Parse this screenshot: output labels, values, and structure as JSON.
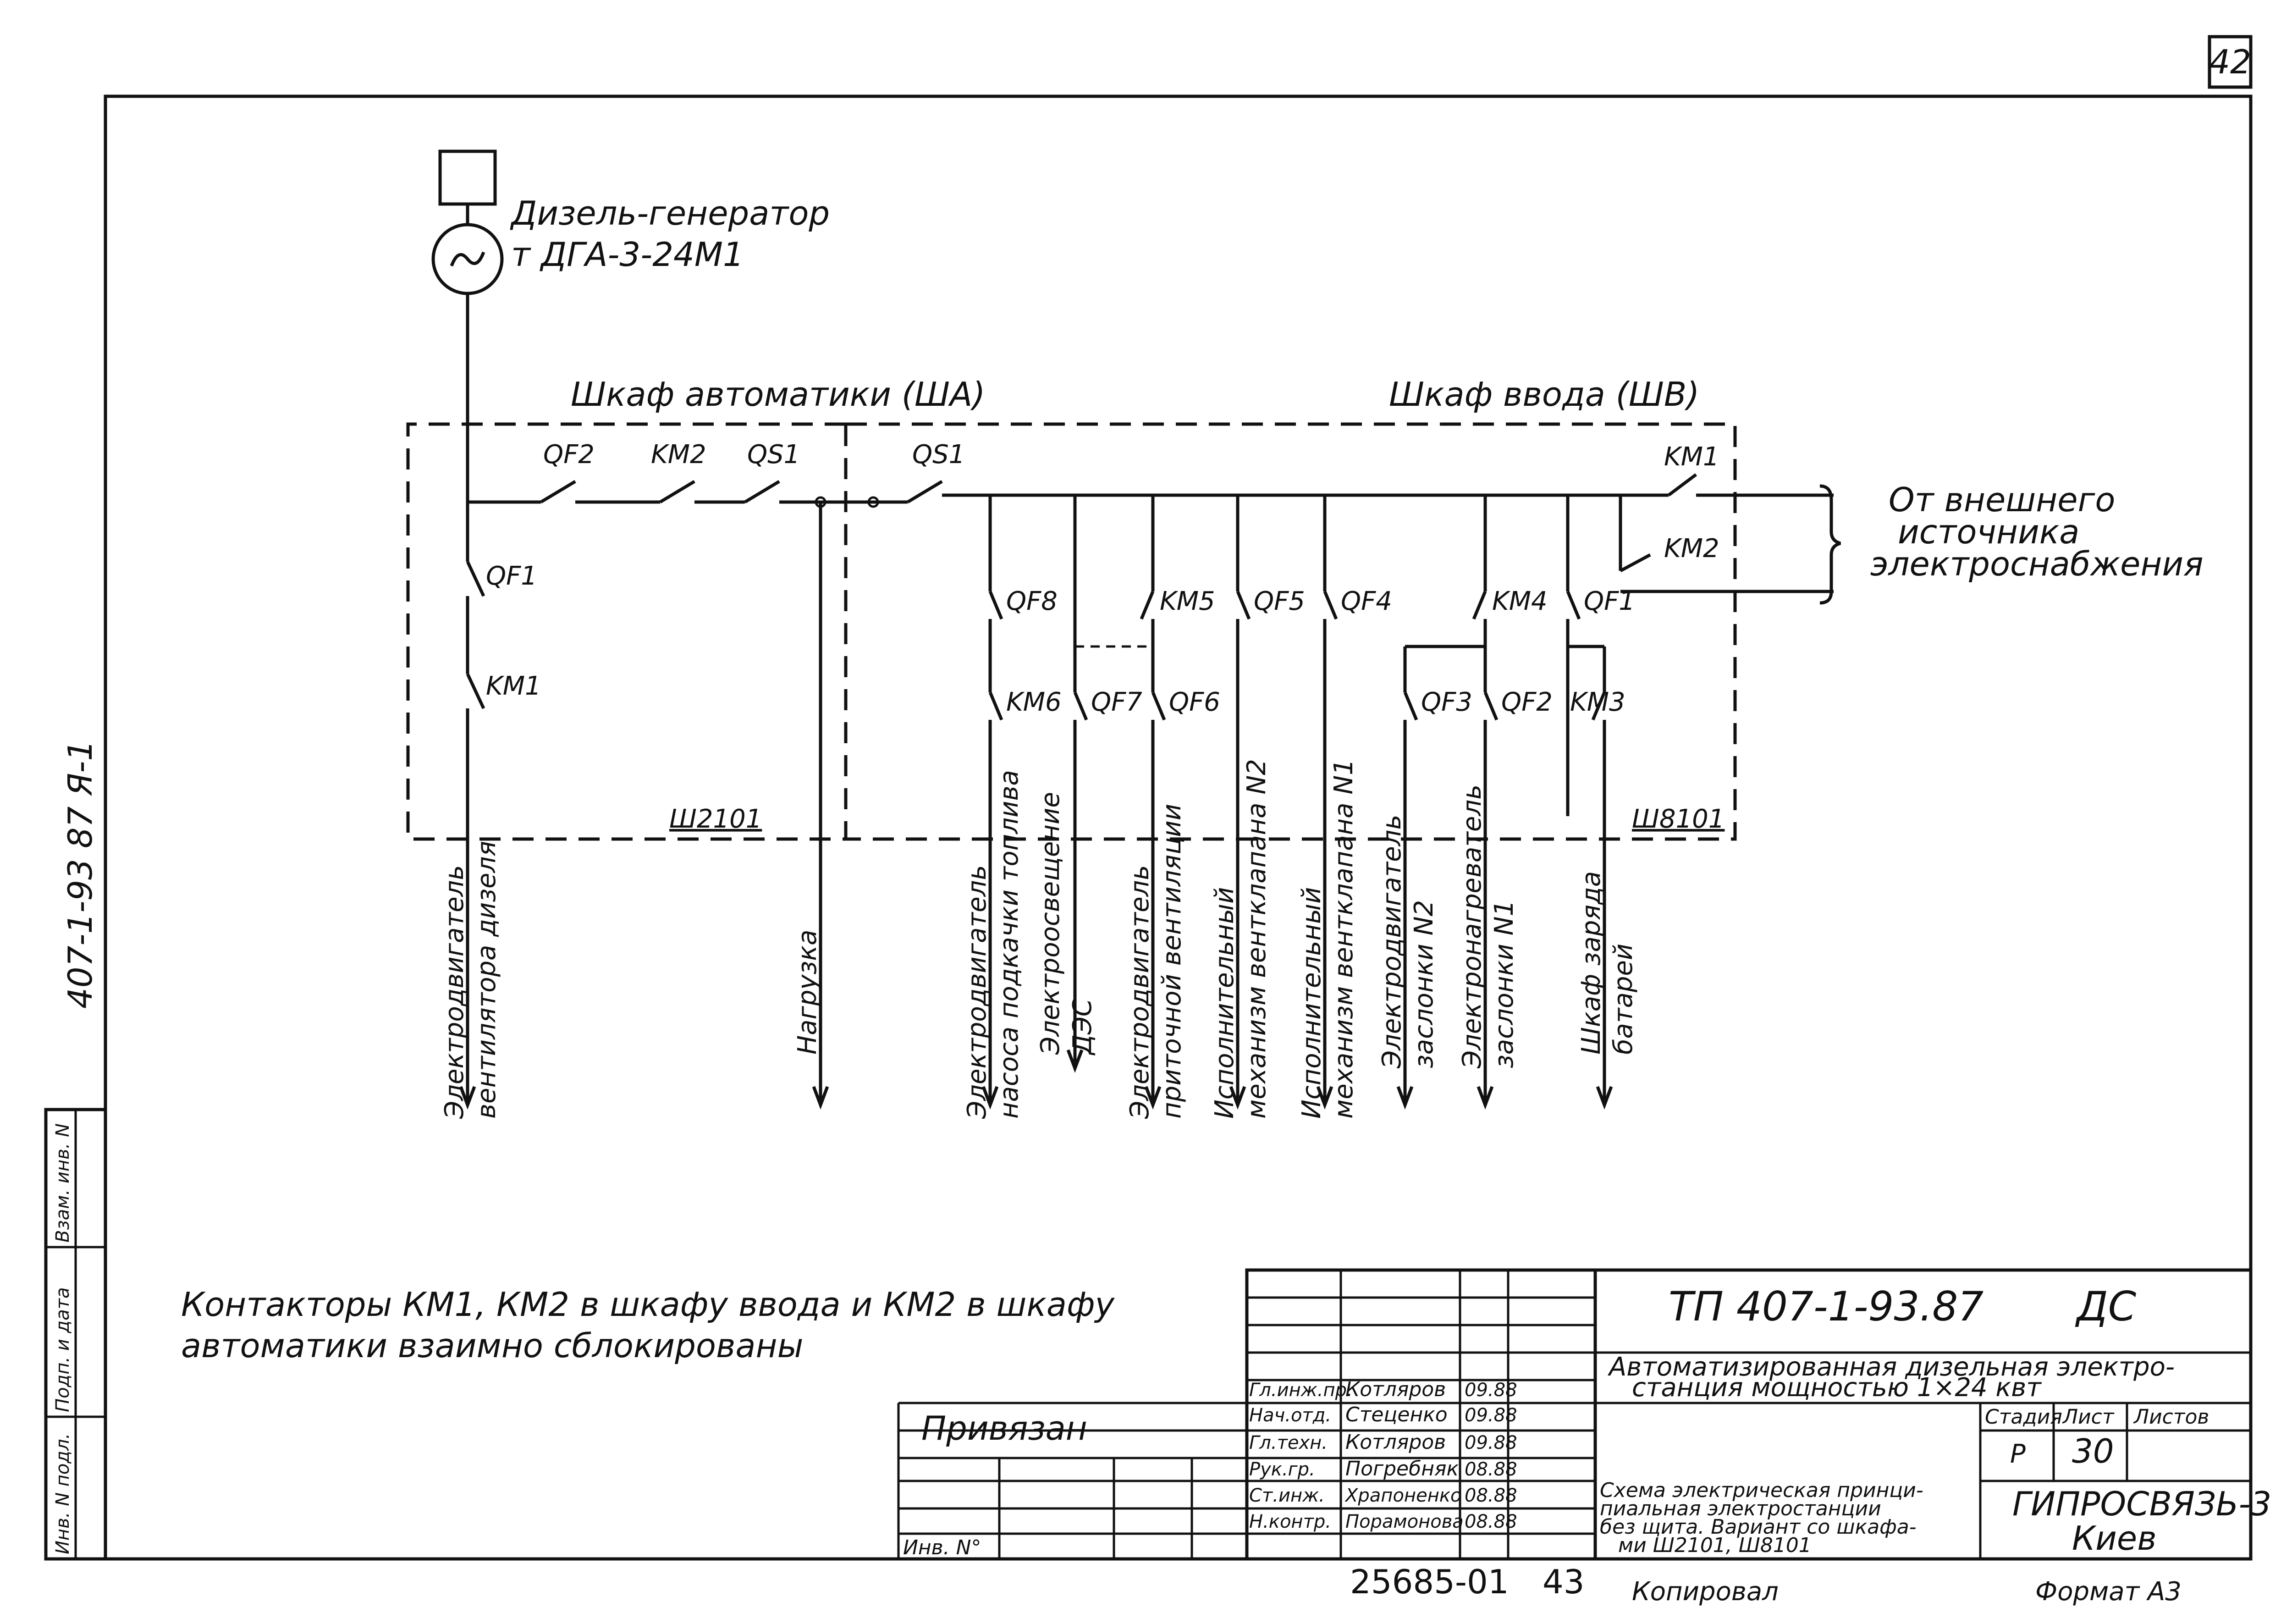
{
  "sheet_number": "42",
  "generator": {
    "line1": "Дизель-генератор",
    "line2": "т ДГА-3-24М1"
  },
  "cabinets": {
    "automation": "Шкаф автоматики (ША)",
    "input": "Шкаф ввода (ШВ)"
  },
  "devices": {
    "qf2_top": "QF2",
    "km2_top": "KM2",
    "qs1_a": "QS1",
    "qs1_b": "QS1",
    "qf1_left": "QF1",
    "km1_left": "KM1",
    "km1_right": "KM1",
    "km2_right": "KM2",
    "qf8": "QF8",
    "km5": "KM5",
    "qf5": "QF5",
    "qf4": "QF4",
    "km4": "KM4",
    "qf1_right": "QF1",
    "km6": "KM6",
    "qf7": "QF7",
    "qf6": "QF6",
    "qf3": "QF3",
    "qf2_right": "QF2",
    "km3": "KM3"
  },
  "panels": {
    "left": "Ш2101",
    "right": "Ш8101"
  },
  "external_source": [
    "От внешнего",
    "источника",
    "электроснабжения"
  ],
  "loads": [
    {
      "id": "fan_motor",
      "line1": "Электродвигатель",
      "line2": "вентилятора дизеля"
    },
    {
      "id": "load",
      "line1": "Нагрузка",
      "line2": ""
    },
    {
      "id": "fuel_pump",
      "line1": "Электродвигатель",
      "line2": "насоса подкачки топлива"
    },
    {
      "id": "lighting",
      "line1": "Электроосвещение",
      "line2": "ДЭС"
    },
    {
      "id": "supply_fan",
      "line1": "Электродвигатель",
      "line2": "приточной вентиляции"
    },
    {
      "id": "valve2",
      "line1": "Исполнительный",
      "line2": "механизм вентклапана N2"
    },
    {
      "id": "valve1",
      "line1": "Исполнительный",
      "line2": "механизм вентклапана N1"
    },
    {
      "id": "damper2",
      "line1": "Электродвигатель",
      "line2": "заслонки N2"
    },
    {
      "id": "damper1",
      "line1": "Электронагреватель",
      "line2": "заслонки N1"
    },
    {
      "id": "charger",
      "line1": "Шкаф заряда",
      "line2": "батарей"
    }
  ],
  "note": [
    "Контакторы КМ1, КМ2 в шкафу ввода и КМ2 в шкафу",
    "автоматики взаимно сблокированы"
  ],
  "side_code": "407-1-93 87 Я-1",
  "side_stamp": [
    "Инв. N подл.",
    "Подп. и дата",
    "Взам. инв. N"
  ],
  "title_block": {
    "doc_code": "ТП 407-1-93.87",
    "doc_type": "ДС",
    "title": [
      "Автоматизированная дизельная электро-",
      "станция мощностью 1×24 квт"
    ],
    "sheet_title": [
      "Схема электрическая принци-",
      "пиальная электростанции",
      "без щита. Вариант со шкафа-",
      "ми Ш2101, Ш8101"
    ],
    "stage_label": "Стадия",
    "sheet_label": "Лист",
    "sheets_label": "Листов",
    "stage": "Р",
    "sheet": "30",
    "org": [
      "ГИПРОСВЯЗЬ-3",
      "Киев"
    ],
    "bound": "Привязан",
    "inv": "Инв. N°",
    "signatures": [
      {
        "role": "Гл.инж.пр.",
        "name": "Котляров",
        "date": "09.88"
      },
      {
        "role": "Нач.отд.",
        "name": "Стеценко",
        "date": "09.88"
      },
      {
        "role": "Гл.техн.",
        "name": "Котляров",
        "date": "09.88"
      },
      {
        "role": "Рук.гр.",
        "name": "Погребняк",
        "date": "08.88"
      },
      {
        "role": "Ст.инж.",
        "name": "Храпоненко",
        "date": "08.88"
      },
      {
        "role": "Н.контр.",
        "name": "Порамонова",
        "date": "08.88"
      }
    ]
  },
  "bottom": {
    "number": "25685-01",
    "page": "43",
    "copied": "Копировал",
    "format": "Формат А3"
  }
}
